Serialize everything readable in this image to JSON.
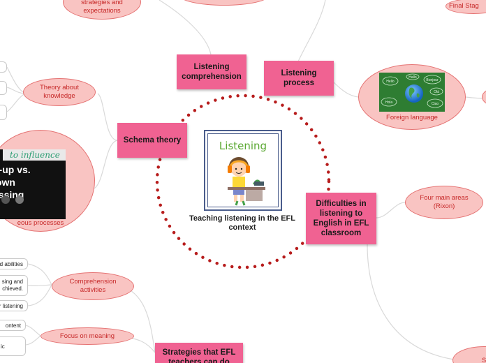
{
  "center": {
    "title": "Teaching listening in the EFL context",
    "image_text": "Listening"
  },
  "topics": {
    "listening_comprehension": "Listening comprehension",
    "listening_process": "Listening process",
    "schema_theory": "Schema theory",
    "difficulties": "Difficulties in listening to English in EFL classroom",
    "strategies": "Strategies that EFL teachers can do"
  },
  "subtopics": {
    "strategies_expectations": "strategies and expectations",
    "final_stage": "Final Stag",
    "theory_knowledge": "Theory about knowledge",
    "foreign_language": "Foreign language",
    "four_main_areas": "Four main areas (Rixon)",
    "comprehension_activities": "Comprehension activities",
    "focus_meaning": "Focus on meaning",
    "simultaneous": "eous processes",
    "bottom_right": "S"
  },
  "video": {
    "whiteboard": "to influence",
    "title": "n-up vs.\nlown\nessing",
    "subtitle": "y"
  },
  "leaves": {
    "abilities": "d abilities",
    "processing": "sing and",
    "achieved": "chieved.",
    "for_listening": "r listening",
    "content": "ontent",
    "ic": "ic"
  },
  "globe_words": [
    "Hello",
    "Bonjour",
    "Hola",
    "Ciao",
    "Hallo",
    "Olá"
  ],
  "colors": {
    "topic_fill": "#f06292",
    "subtopic_fill": "#f9c4c2",
    "subtopic_text": "#c62828",
    "dotted_ring": "#b71c1c",
    "connector": "#d9d9d9"
  }
}
